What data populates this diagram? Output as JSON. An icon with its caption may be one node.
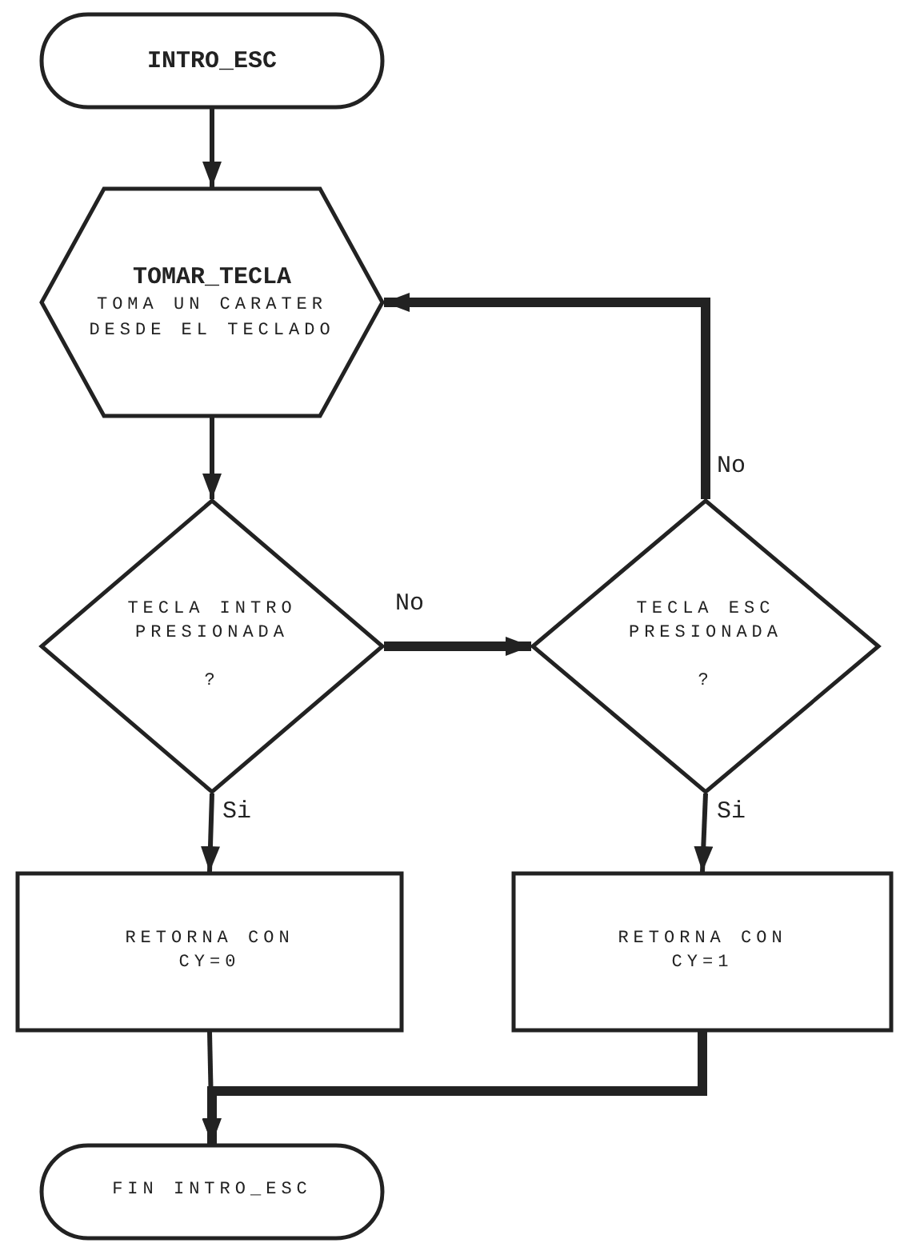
{
  "diagram": {
    "nodes": [
      {
        "text": [
          "INTRO_ESC"
        ]
      },
      {
        "text": [
          "TOMAR_TECLA",
          "TOMA UN CARATER DESDE EL TECLADO"
        ]
      },
      {
        "text": [
          "TECLA INTRO PRESIONADA",
          "?"
        ]
      },
      {
        "text": [
          "TECLA ESC PRESIONADA",
          "?"
        ]
      },
      {
        "text": [
          "RETORNA CON CY=0"
        ]
      },
      {
        "text": [
          "RETORNA CON CY=1"
        ]
      },
      {
        "text": [
          "FIN INTRO_ESC"
        ]
      }
    ],
    "edges": [
      {
        "from": 0,
        "to": 1,
        "arrow": "to"
      },
      {
        "from": 1,
        "to": 2,
        "arrow": "to"
      },
      {
        "from": 2,
        "to": 3,
        "arrow": "to",
        "label": "No",
        "style": "thick"
      },
      {
        "from": 3,
        "to": 1,
        "arrow": "to",
        "label": "No",
        "style": "thick"
      },
      {
        "from": 2,
        "to": 4,
        "arrow": "to",
        "label": "Si"
      },
      {
        "from": 3,
        "to": 5,
        "arrow": "to",
        "label": "Si"
      },
      {
        "from": 4,
        "to": 6,
        "arrow": "to"
      },
      {
        "from": 5,
        "to": 6,
        "arrow": "to",
        "style": "thick"
      }
    ]
  }
}
